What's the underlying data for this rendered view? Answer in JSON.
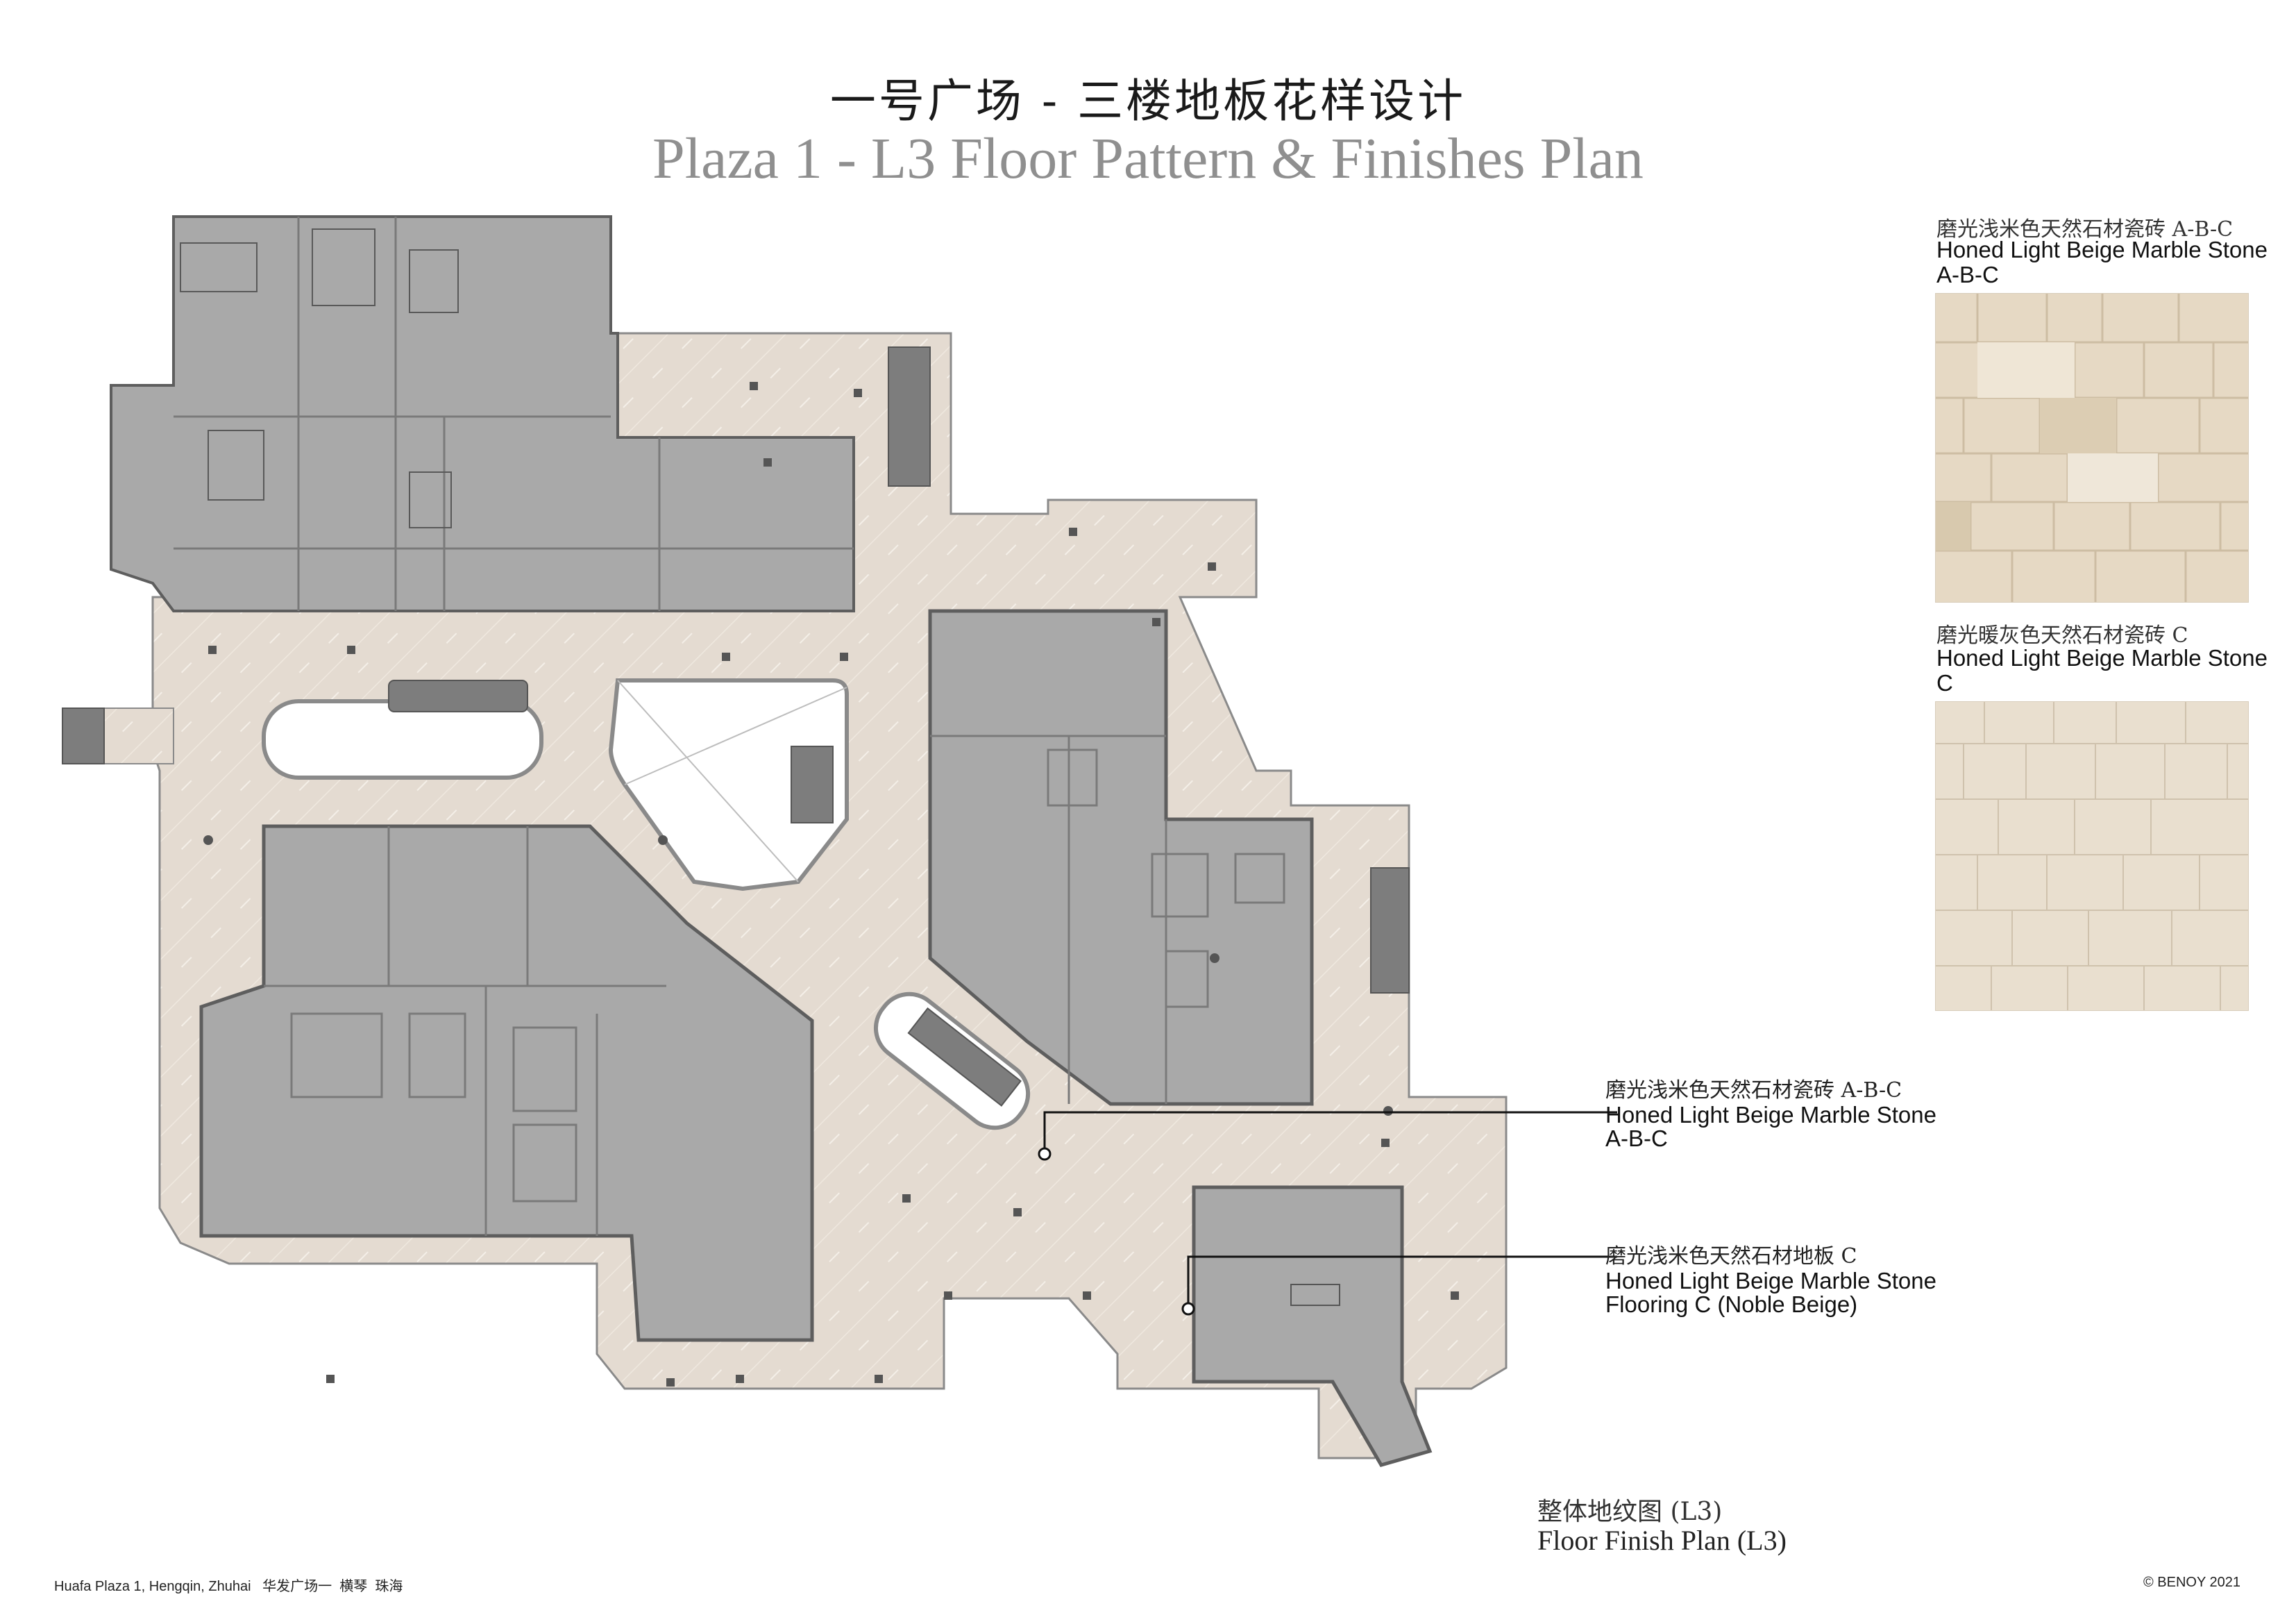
{
  "title": {
    "cn": "一号广场 - 三楼地板花样设计",
    "en": "Plaza 1 - L3 Floor Pattern & Finishes Plan"
  },
  "legend": [
    {
      "cn": "磨光浅米色天然石材瓷砖 A-B-C",
      "en_line1": "Honed Light Beige Marble Stone",
      "en_line2": "A-B-C"
    },
    {
      "cn": "磨光暖灰色天然石材瓷砖 C",
      "en_line1": "Honed Light Beige Marble Stone",
      "en_line2": "C"
    }
  ],
  "callouts": [
    {
      "cn": "磨光浅米色天然石材瓷砖 A-B-C",
      "en_line1": "Honed Light Beige Marble Stone",
      "en_line2": "A-B-C"
    },
    {
      "cn": "磨光浅米色天然石材地板 C",
      "en_line1": "Honed Light Beige Marble Stone",
      "en_line2": "Flooring C (Noble Beige)"
    }
  ],
  "plan_caption": {
    "cn": "整体地纹图 (L3)",
    "en": "Floor Finish Plan (L3)"
  },
  "footer": {
    "left": "Huafa Plaza 1, Hengqin, Zhuhai   华发广场一  横琴  珠海",
    "right": "© BENOY 2021"
  },
  "colors": {
    "floor": "#e4dbd1",
    "tenant": "#a9a9a9",
    "wall": "#6e6e6e",
    "void": "#ffffff",
    "stone_a": "#e6d9c4",
    "stone_c": "#e9dfcf"
  }
}
